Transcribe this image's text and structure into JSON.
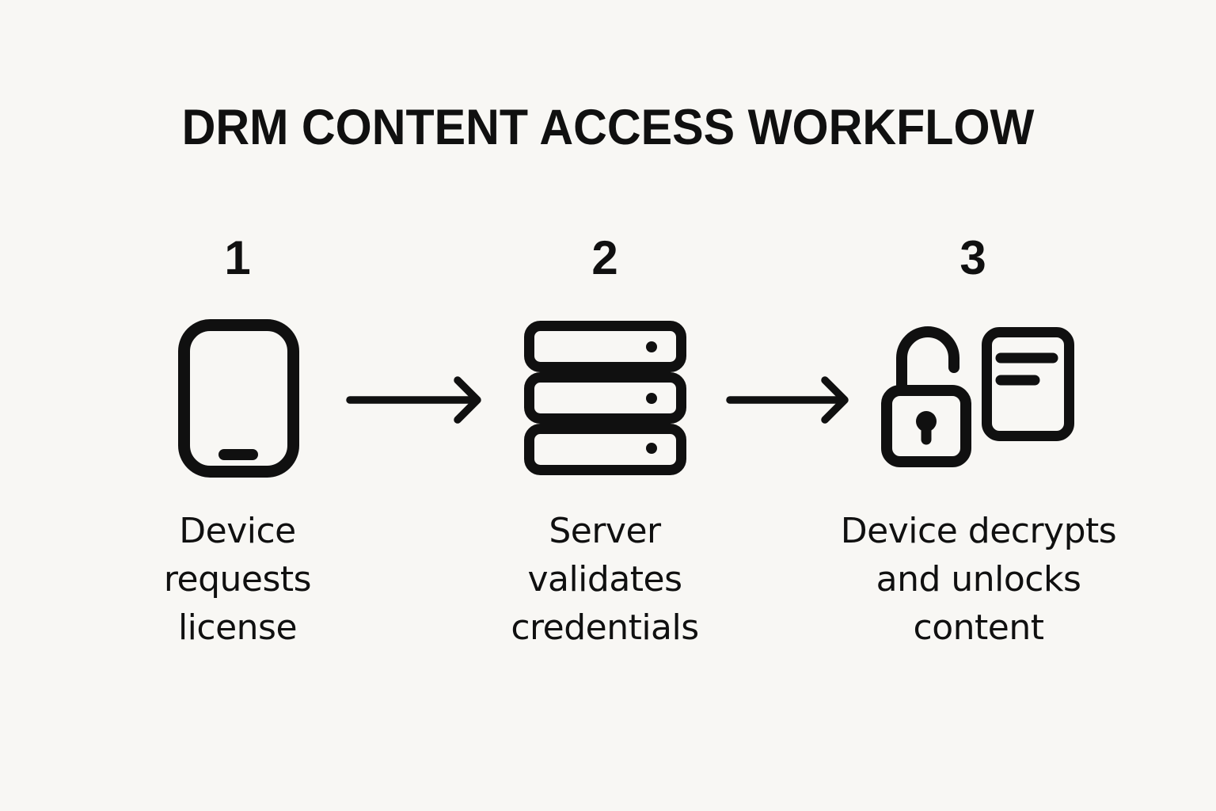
{
  "background": "#f8f7f4",
  "ink": "#101010",
  "title": "DRM CONTENT ACCESS WORKFLOW",
  "steps": [
    {
      "number": "1",
      "icon": "tablet-icon",
      "label": "Device requests license",
      "label_lines": [
        "Device",
        "requests",
        "license"
      ]
    },
    {
      "number": "2",
      "icon": "server-icon",
      "label": "Server validates credentials",
      "label_lines": [
        "Server",
        "validates",
        "credentials"
      ]
    },
    {
      "number": "3",
      "icon": "unlocked-padlock-and-document-icon",
      "label": "Device decrypts and unlocks content",
      "label_lines": [
        "Device decrypts",
        "and unlocks",
        "content"
      ]
    }
  ]
}
